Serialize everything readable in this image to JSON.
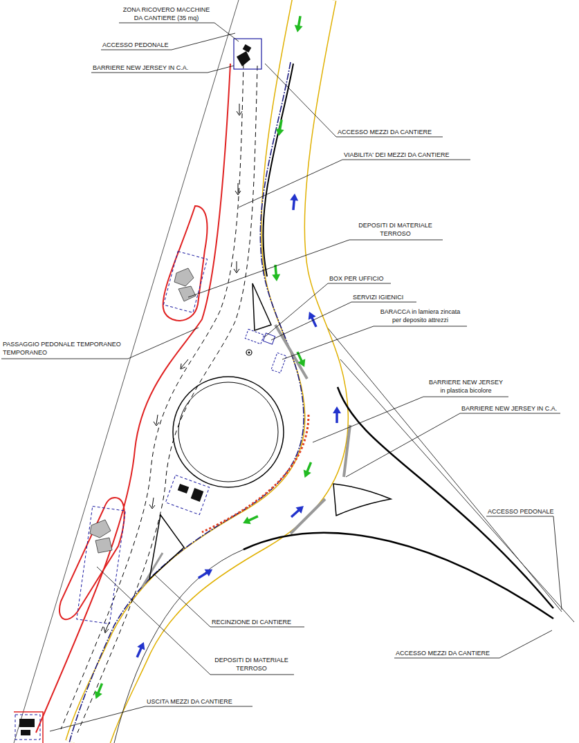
{
  "diagram": {
    "labels": [
      "ZONA RICOVERO MACCHINE DA CANTIERE (35 mq)",
      "ACCESSO PEDONALE",
      "BARRIERE NEW JERSEY IN C.A.",
      "ACCESSO MEZZI DA CANTIERE",
      "VIABILITA' DEI MEZZI DA CANTIERE",
      "DEPOSITI DI MATERIALE TERROSO",
      "BOX PER UFFICIO",
      "SERVIZI IGIENICI",
      "BARACCA in lamiera zincata per deposito attrezzi",
      "PASSAGGIO PEDONALE TEMPORANEO TEMPORANEO",
      "BARRIERE NEW JERSEY in plastica bicolore",
      "BARRIERE NEW JERSEY IN C.A.",
      "ACCESSO PEDONALE",
      "RECINZIONE DI CANTIERE",
      "DEPOSITI DI MATERIALE TERROSO",
      "ACCESSO MEZZI DA CANTIERE",
      "USCITA MEZZI DA CANTIERE"
    ]
  }
}
